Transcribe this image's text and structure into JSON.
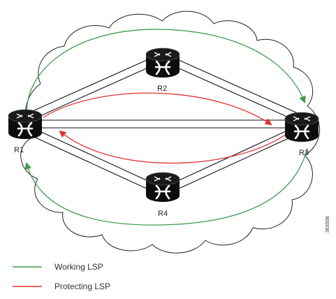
{
  "routers": [
    {
      "id": "R1",
      "label": "R1"
    },
    {
      "id": "R2",
      "label": "R2"
    },
    {
      "id": "R3",
      "label": "R3"
    },
    {
      "id": "R4",
      "label": "R4"
    }
  ],
  "legend": {
    "working": {
      "label": "Working LSP",
      "color": "#3a9a4a"
    },
    "protecting": {
      "label": "Protecting LSP",
      "color": "#e0322f"
    }
  },
  "figure_id": "363508",
  "colors": {
    "router_body": "#0d0d0d",
    "link": "#111111",
    "cloud_outline": "#222222"
  },
  "icons": {
    "router": "router-icon"
  }
}
